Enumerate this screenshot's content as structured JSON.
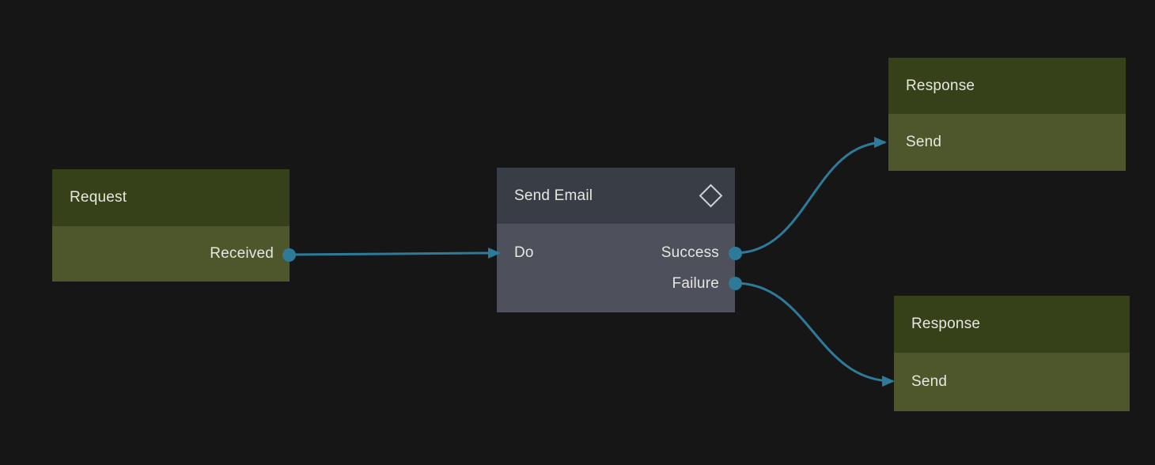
{
  "canvas": {
    "type": "workflow-editor"
  },
  "colors": {
    "background": "#161616",
    "edge": "#2e7b99",
    "trigger_header": "#36411a",
    "trigger_body": "#4d572b",
    "action_header": "#393d45",
    "action_body": "#4e515b",
    "node_text": "#e5e7e0",
    "icon": "#ced2d8"
  },
  "nodes": [
    {
      "id": "request",
      "type": "trigger",
      "title": "Request",
      "ports": [
        {
          "label": "Received",
          "direction": "output"
        }
      ]
    },
    {
      "id": "send-email",
      "type": "action",
      "title": "Send Email",
      "icon": "diamond-icon",
      "ports": [
        {
          "label": "Do",
          "direction": "input"
        },
        {
          "label": "Success",
          "direction": "output"
        },
        {
          "label": "Failure",
          "direction": "output"
        }
      ]
    },
    {
      "id": "response-success",
      "type": "trigger",
      "title": "Response",
      "ports": [
        {
          "label": "Send",
          "direction": "input"
        }
      ]
    },
    {
      "id": "response-failure",
      "type": "trigger",
      "title": "Response",
      "ports": [
        {
          "label": "Send",
          "direction": "input"
        }
      ]
    }
  ],
  "edges": [
    {
      "from": "request.Received",
      "to": "send-email.Do"
    },
    {
      "from": "send-email.Success",
      "to": "response-success.Send"
    },
    {
      "from": "send-email.Failure",
      "to": "response-failure.Send"
    }
  ]
}
